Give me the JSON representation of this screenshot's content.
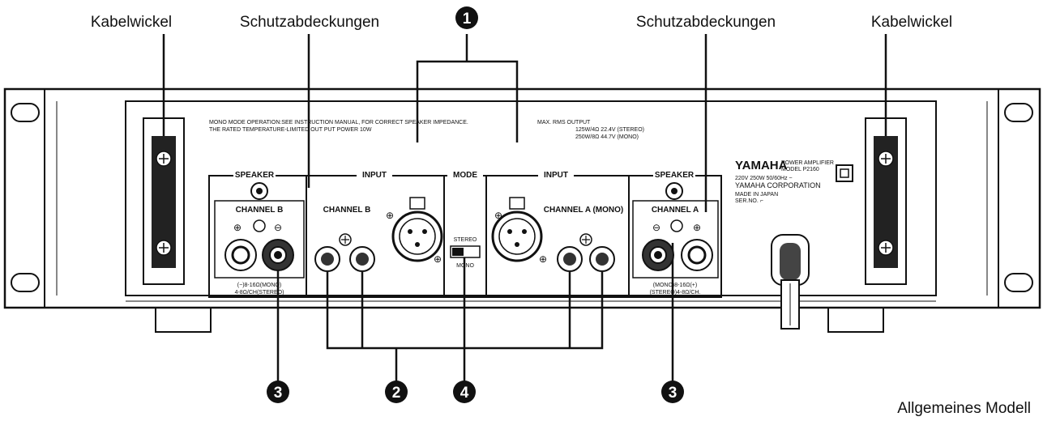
{
  "callouts": {
    "cable_left": "Kabelwickel",
    "covers_left": "Schutzabdeckungen",
    "covers_right": "Schutzabdeckungen",
    "cable_right": "Kabelwickel",
    "model_note": "Allgemeines Modell"
  },
  "markers": [
    "1",
    "2",
    "3",
    "3",
    "4"
  ],
  "panel": {
    "notice_line1": "MONO MODE OPERATION:SEE INSTRUCTION MANUAL, FOR CORRECT SPEAKER IMPEDANCE.",
    "notice_line2": "THE RATED TEMPERATURE-LIMITED OUT PUT POWER 10W",
    "rms_title": "MAX. RMS OUTPUT",
    "rms_stereo": "125W/4Ω  22.4V  (STEREO)",
    "rms_mono": "250W/8Ω  44.7V  (MONO)",
    "brand": "YAMAHA",
    "brand_line1": "POWER AMPLIFIER",
    "brand_line2": "MODEL P2160",
    "spec_line": "220V  250W  50/60Hz ~",
    "corp": "YAMAHA CORPORATION",
    "made_in": "MADE IN JAPAN",
    "ser_no": "SER.NO. ⌐",
    "speaker_b_header": "SPEAKER",
    "speaker_b_channel": "CHANNEL B",
    "speaker_b_imp1": "(−)8-16Ω(MONO)",
    "speaker_b_imp2": "4-8Ω/CH(STEREO)",
    "input_b_header": "INPUT",
    "input_b_channel": "CHANNEL B",
    "mode_header": "MODE",
    "mode_stereo": "STEREO",
    "mode_mono": "MONO",
    "input_a_header": "INPUT",
    "input_a_channel": "CHANNEL A (MONO)",
    "speaker_a_header": "SPEAKER",
    "speaker_a_channel": "CHANNEL A",
    "speaker_a_imp1": "(MONO)8-16Ω(+)",
    "speaker_a_imp2": "(STEREO)4-8Ω/CH."
  }
}
